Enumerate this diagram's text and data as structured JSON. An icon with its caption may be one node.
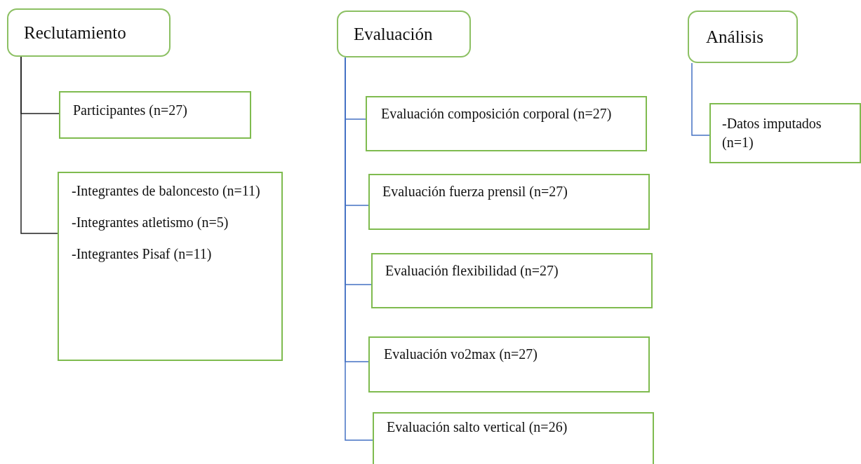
{
  "diagram": {
    "nodes": [
      {
        "text": [
          "Reclutamiento"
        ]
      },
      {
        "text": [
          "Participantes (n=27)"
        ]
      },
      {
        "text": [
          "-Integrantes de baloncesto (n=11)",
          "-Integrantes atletismo (n=5)",
          "-Integrantes Pisaf (n=11)"
        ]
      },
      {
        "text": [
          "Evaluación"
        ]
      },
      {
        "text": [
          "Evaluación composición corporal (n=27)"
        ]
      },
      {
        "text": [
          "Evaluación fuerza prensil (n=27)"
        ]
      },
      {
        "text": [
          "Evaluación flexibilidad (n=27)"
        ]
      },
      {
        "text": [
          "Evaluación vo2max (n=27)"
        ]
      },
      {
        "text": [
          "Evaluación salto vertical (n=26)"
        ]
      },
      {
        "text": [
          "Análisis"
        ]
      },
      {
        "text": [
          "-Datos imputados (n=1)"
        ]
      }
    ],
    "edges": [
      {
        "from": 0,
        "to": 1,
        "arrow": "none",
        "color": "#222222"
      },
      {
        "from": 0,
        "to": 2,
        "arrow": "none",
        "color": "#222222"
      },
      {
        "from": 3,
        "to": 4,
        "arrow": "none"
      },
      {
        "from": 3,
        "to": 5,
        "arrow": "none"
      },
      {
        "from": 3,
        "to": 6,
        "arrow": "none"
      },
      {
        "from": 3,
        "to": 7,
        "arrow": "none"
      },
      {
        "from": 3,
        "to": 8,
        "arrow": "none"
      },
      {
        "from": 9,
        "to": 10,
        "arrow": "none"
      }
    ]
  }
}
